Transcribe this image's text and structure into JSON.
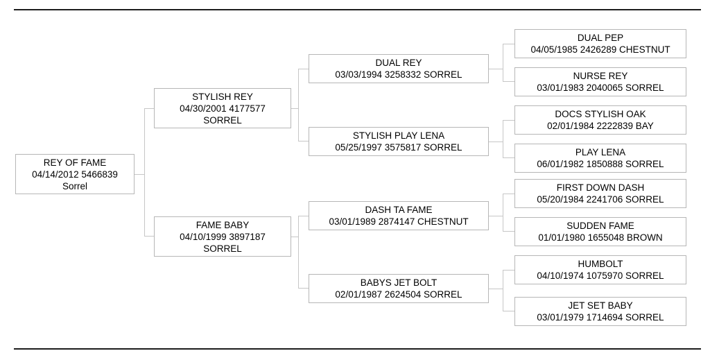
{
  "diagram": {
    "kind": "horse-pedigree-tree",
    "generations": 4
  },
  "theme": {
    "background": "#ffffff",
    "rule_color": "#1c1c1c",
    "box_border": "#b6b6b6",
    "connector_color": "#c6c6c6",
    "text_color": "#000000"
  },
  "pedigree": {
    "root": {
      "name": "REY OF FAME",
      "reg": "04/14/2012 5466839",
      "color": "Sorrel"
    },
    "gen2": [
      {
        "name": "STYLISH REY",
        "reg": "04/30/2001 4177577",
        "color": "SORREL"
      },
      {
        "name": "FAME BABY",
        "reg": "04/10/1999 3897187",
        "color": "SORREL"
      }
    ],
    "gen3": [
      {
        "name": "DUAL REY",
        "info": "03/03/1994 3258332 SORREL"
      },
      {
        "name": "STYLISH PLAY LENA",
        "info": "05/25/1997 3575817 SORREL"
      },
      {
        "name": "DASH TA FAME",
        "info": "03/01/1989 2874147 CHESTNUT"
      },
      {
        "name": "BABYS JET BOLT",
        "info": "02/01/1987 2624504 SORREL"
      }
    ],
    "gen4": [
      {
        "name": "DUAL PEP",
        "info": "04/05/1985 2426289 CHESTNUT"
      },
      {
        "name": "NURSE REY",
        "info": "03/01/1983 2040065 SORREL"
      },
      {
        "name": "DOCS STYLISH OAK",
        "info": "02/01/1984 2222839 BAY"
      },
      {
        "name": "PLAY LENA",
        "info": "06/01/1982 1850888 SORREL"
      },
      {
        "name": "FIRST DOWN DASH",
        "info": "05/20/1984 2241706 SORREL"
      },
      {
        "name": "SUDDEN FAME",
        "info": "01/01/1980 1655048 BROWN"
      },
      {
        "name": "HUMBOLT",
        "info": "04/10/1974 1075970 SORREL"
      },
      {
        "name": "JET SET BABY",
        "info": "03/01/1979 1714694 SORREL"
      }
    ]
  }
}
